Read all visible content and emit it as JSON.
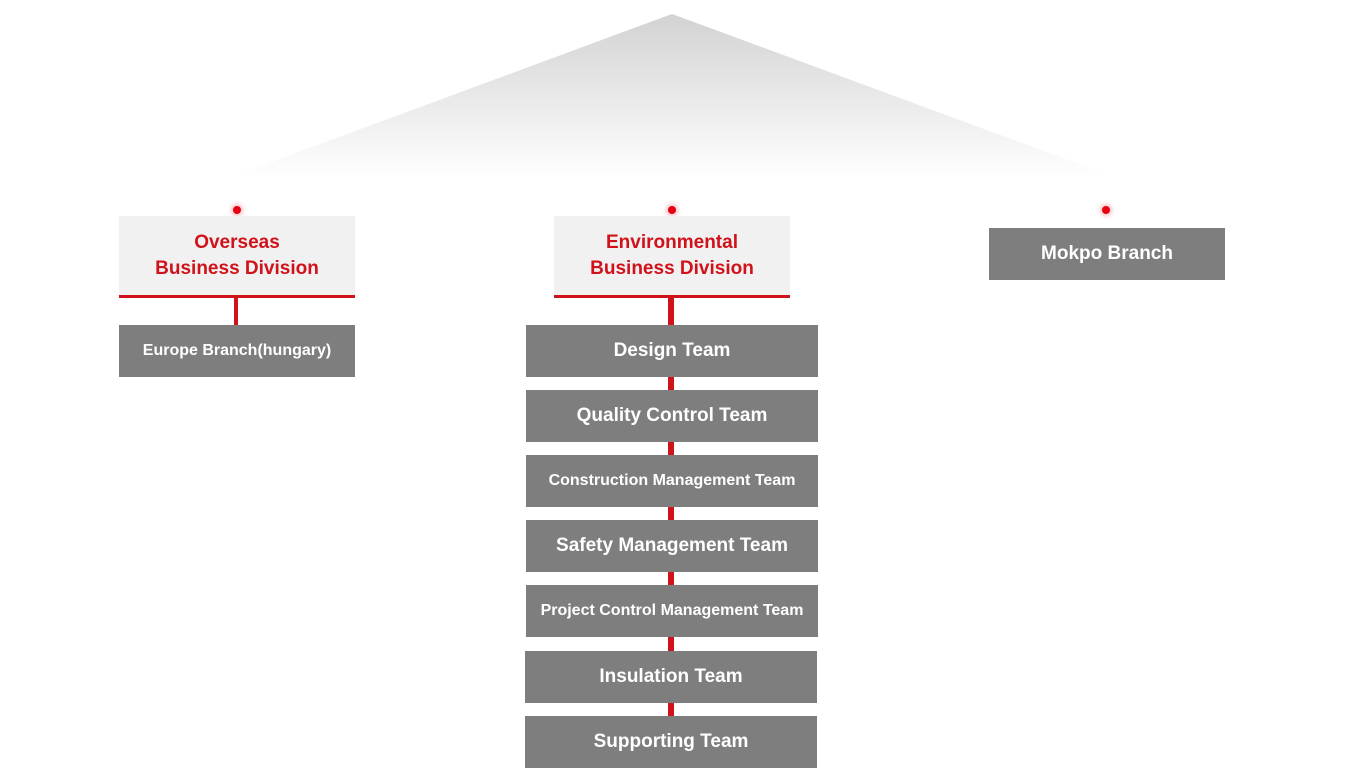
{
  "divisions": [
    {
      "title": "Overseas\nBusiness Division",
      "units": [
        "Europe Branch(hungary)"
      ]
    },
    {
      "title": "Environmental\nBusiness Division",
      "units": [
        "Design Team",
        "Quality Control Team",
        "Construction Management Team",
        "Safety Management Team",
        "Project Control Management Team",
        "Insulation Team",
        "Supporting Team"
      ]
    }
  ],
  "branch": {
    "title": "Mokpo Branch"
  },
  "colors": {
    "accent": "#d0121b",
    "box": "#7e7e7e",
    "division_bg": "#f1f1f1"
  }
}
